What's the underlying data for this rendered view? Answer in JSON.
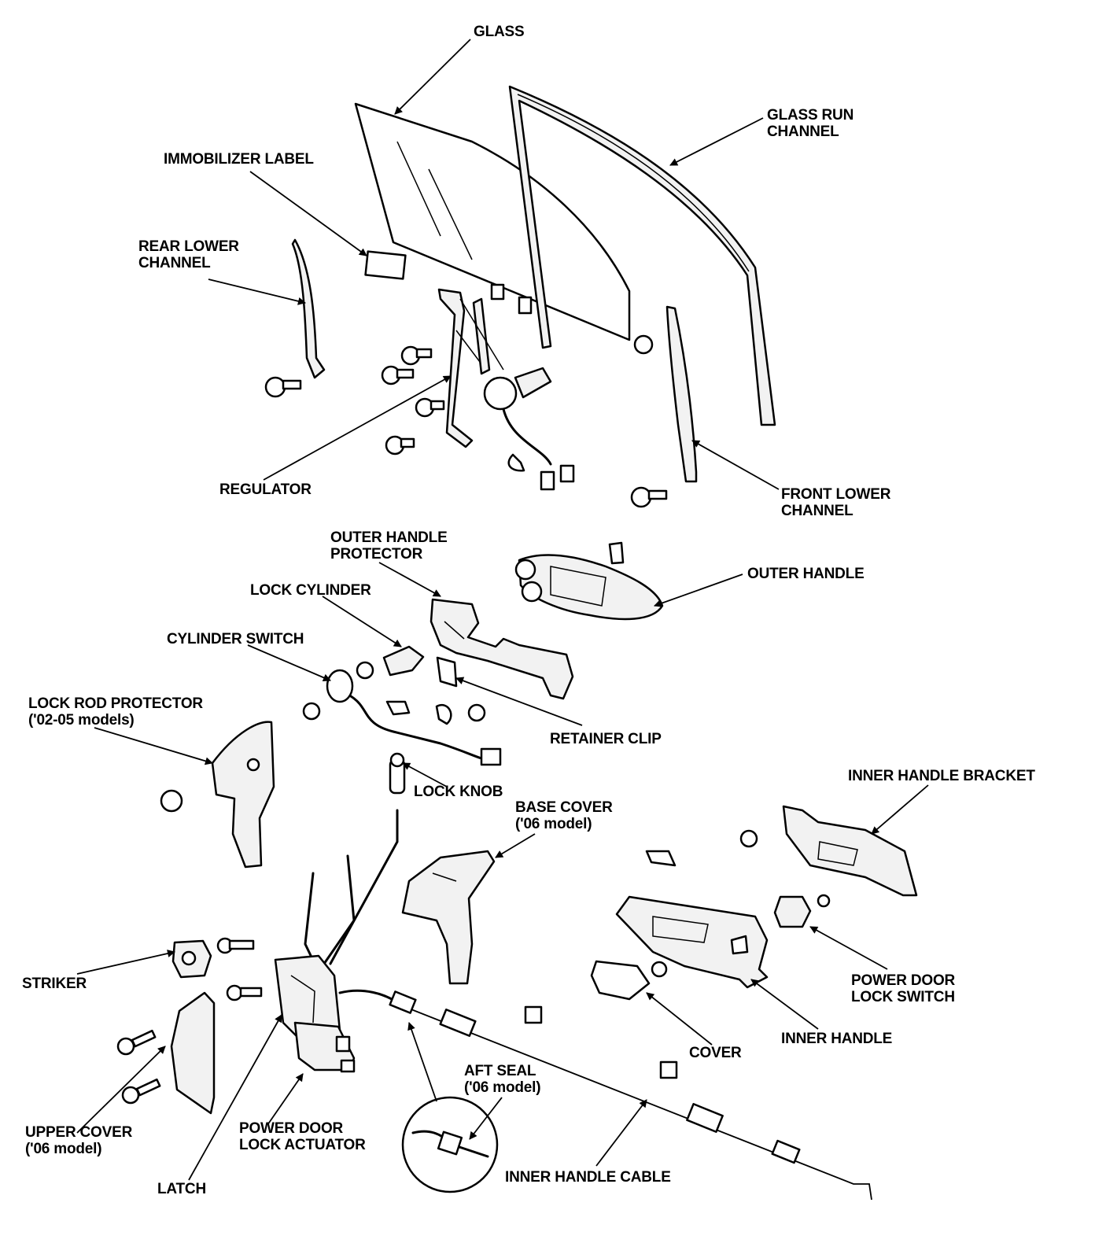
{
  "labels": {
    "glass": "GLASS",
    "glass_run_channel_1": "GLASS RUN",
    "glass_run_channel_2": "CHANNEL",
    "immobilizer_label": "IMMOBILIZER LABEL",
    "rear_lower_channel_1": "REAR LOWER",
    "rear_lower_channel_2": "CHANNEL",
    "regulator": "REGULATOR",
    "front_lower_channel_1": "FRONT LOWER",
    "front_lower_channel_2": "CHANNEL",
    "outer_handle_protector_1": "OUTER HANDLE",
    "outer_handle_protector_2": "PROTECTOR",
    "outer_handle": "OUTER HANDLE",
    "lock_cylinder": "LOCK CYLINDER",
    "cylinder_switch": "CYLINDER SWITCH",
    "lock_rod_protector_1": "LOCK ROD PROTECTOR",
    "lock_rod_protector_2": "('02-05 models)",
    "retainer_clip": "RETAINER CLIP",
    "lock_knob": "LOCK KNOB",
    "base_cover_1": "BASE COVER",
    "base_cover_2": "('06 model)",
    "inner_handle_bracket": "INNER HANDLE BRACKET",
    "striker": "STRIKER",
    "power_door_lock_switch_1": "POWER DOOR",
    "power_door_lock_switch_2": "LOCK SWITCH",
    "inner_handle": "INNER HANDLE",
    "cover": "COVER",
    "aft_seal_1": "AFT SEAL",
    "aft_seal_2": "('06 model)",
    "upper_cover_1": "UPPER COVER",
    "upper_cover_2": "('06 model)",
    "power_door_lock_actuator_1": "POWER DOOR",
    "power_door_lock_actuator_2": "LOCK ACTUATOR",
    "latch": "LATCH",
    "inner_handle_cable": "INNER HANDLE CABLE"
  }
}
